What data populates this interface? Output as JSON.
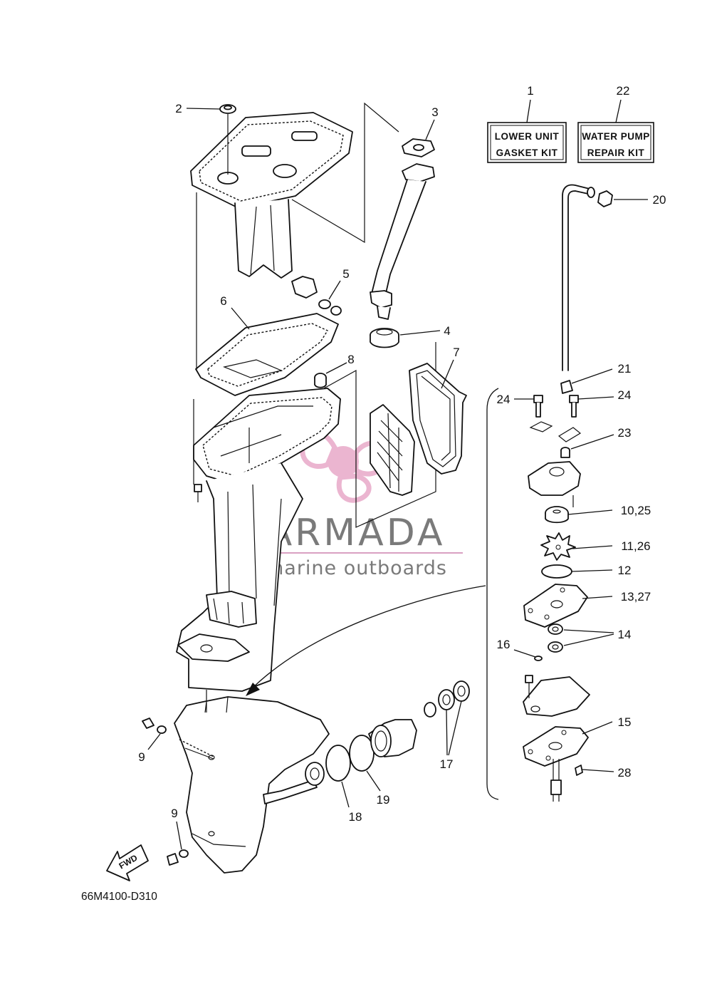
{
  "diagram": {
    "code": "66M4100-D310",
    "fwd_label": "FWD",
    "kits": [
      {
        "number": "1",
        "line1": "LOWER UNIT",
        "line2": "GASKET KIT"
      },
      {
        "number": "22",
        "line1": "WATER PUMP",
        "line2": "REPAIR KIT"
      }
    ],
    "callouts": [
      "2",
      "3",
      "4",
      "5",
      "6",
      "7",
      "8",
      "9",
      "9",
      "10,25",
      "11,26",
      "12",
      "13,27",
      "14",
      "15",
      "16",
      "17",
      "18",
      "19",
      "20",
      "21",
      "23",
      "24",
      "24",
      "28"
    ]
  },
  "watermark": {
    "brand": "ARMADA",
    "tagline": "marine outboards",
    "accent_color": "#e8a9c8",
    "text_color": "#7a7a7a",
    "line_color": "#d9a0c2"
  }
}
